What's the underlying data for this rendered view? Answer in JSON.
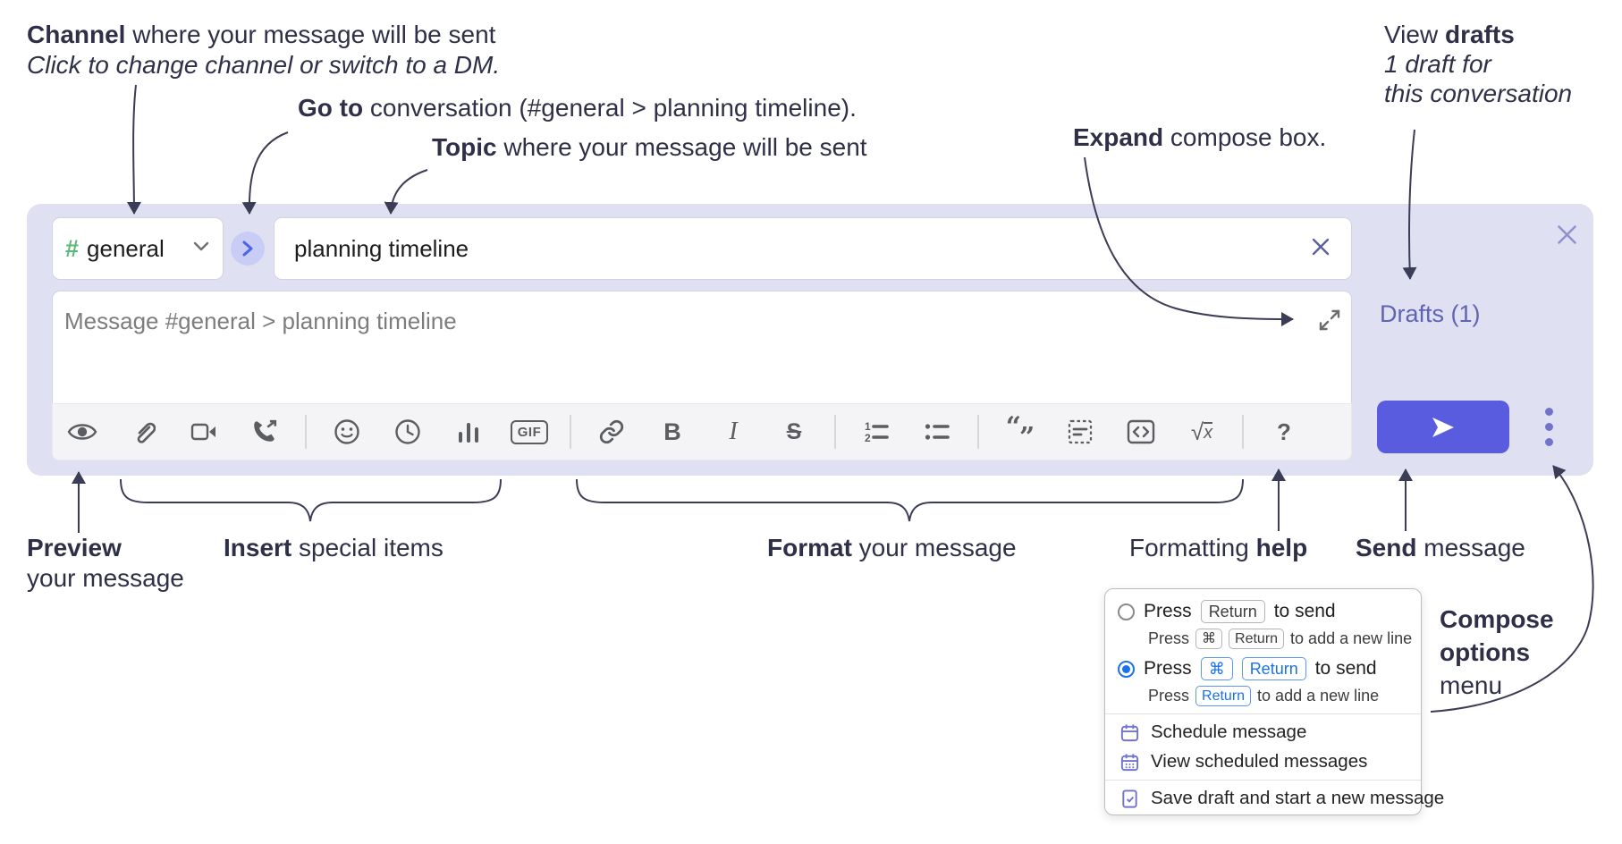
{
  "annotations": {
    "channel": {
      "bold": "Channel",
      "rest": " where your message will be sent",
      "line2": "Click to change channel or switch to a DM."
    },
    "goto": {
      "bold": "Go to",
      "rest": " conversation (#general > planning timeline)."
    },
    "topic": {
      "bold": "Topic",
      "rest": " where your message will be sent"
    },
    "expand": {
      "bold": "Expand",
      "rest": " compose box."
    },
    "view_drafts": {
      "line1_pre": "View ",
      "line1_bold": "drafts",
      "line2": "1 draft for",
      "line3": "this conversation"
    },
    "preview": {
      "bold": "Preview",
      "line2": "your message"
    },
    "insert": {
      "bold": "Insert",
      "rest": " special items"
    },
    "format": {
      "bold": "Format",
      "rest": " your message"
    },
    "formatting_help": {
      "pre": "Formatting ",
      "bold": "help"
    },
    "send": {
      "bold": "Send",
      "rest": " message"
    },
    "compose_options": {
      "bold1": "Compose",
      "bold2": "options",
      "line3": "menu"
    }
  },
  "composer": {
    "channel_hash": "#",
    "channel_name": "general",
    "topic_value": "planning timeline",
    "message_placeholder": "Message #general > planning timeline",
    "drafts_label": "Drafts (1)"
  },
  "toolbar": {
    "bold_label": "B",
    "italic_label": "I",
    "strike_label": "S",
    "gif_label": "GIF",
    "quote_open": "“",
    "quote_close": "”",
    "sqrt_sign": "√",
    "sqrt_var": "x",
    "help_label": "?"
  },
  "menu": {
    "option1": {
      "pre": "Press",
      "key": "Return",
      "post": "to send",
      "sub_pre": "Press",
      "sub_key1": "⌘",
      "sub_key2": "Return",
      "sub_post": "to add a new line"
    },
    "option2": {
      "pre": "Press",
      "key1": "⌘",
      "key2": "Return",
      "post": "to send",
      "sub_pre": "Press",
      "sub_key": "Return",
      "sub_post": "to add a new line"
    },
    "items": [
      "Schedule message",
      "View scheduled messages",
      "Save draft and start a new message"
    ]
  },
  "colors": {
    "panel_bg": "#dfe1f3",
    "send_button": "#5a5ce0",
    "drafts_link": "#6062b4",
    "menu_blue": "#1a72e8",
    "hash_green": "#5cb87a"
  }
}
